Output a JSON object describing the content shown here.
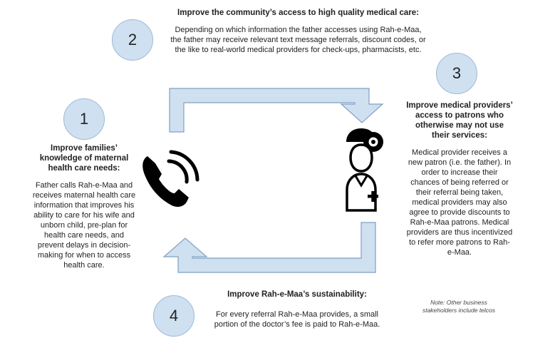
{
  "steps": [
    {
      "number": "1",
      "heading": "Improve families’ knowledge of maternal health care needs:",
      "body": "Father calls Rah-e-Maa and receives maternal health care information that improves his ability to care for his wife and unborn child, pre-plan for health care needs, and prevent delays in decision-making for when to access health care."
    },
    {
      "number": "2",
      "heading": "Improve the community’s access to high quality medical care:",
      "body": "Depending on which information the father accesses using Rah-e-Maa, the father may receive relevant text message referrals, discount codes, or the like to real-world medical providers for check-ups, pharmacists, etc."
    },
    {
      "number": "3",
      "heading": "Improve medical providers’ access to patrons who otherwise may not use their services:",
      "body": "Medical provider receives a new patron (i.e. the father). In order to increase their chances of being referred or their referral being taken, medical providers may also agree to provide discounts to Rah-e-Maa patrons. Medical providers are thus incentivized to refer more patrons to Rah-e-Maa."
    },
    {
      "number": "4",
      "heading": "Improve Rah-e-Maa’s sustainability:",
      "body": "For every referral Rah-e-Maa provides, a small portion of the doctor’s fee is paid to Rah-e-Maa."
    }
  ],
  "note": "Note: Other business stakeholders include telcos",
  "icons": {
    "phone": "phone-icon",
    "doctor": "doctor-icon"
  },
  "colors": {
    "circle_fill": "#cfe0f1",
    "arrow_fill": "#cfe0f1",
    "arrow_stroke": "#7f9fc4",
    "icon": "#000000"
  }
}
